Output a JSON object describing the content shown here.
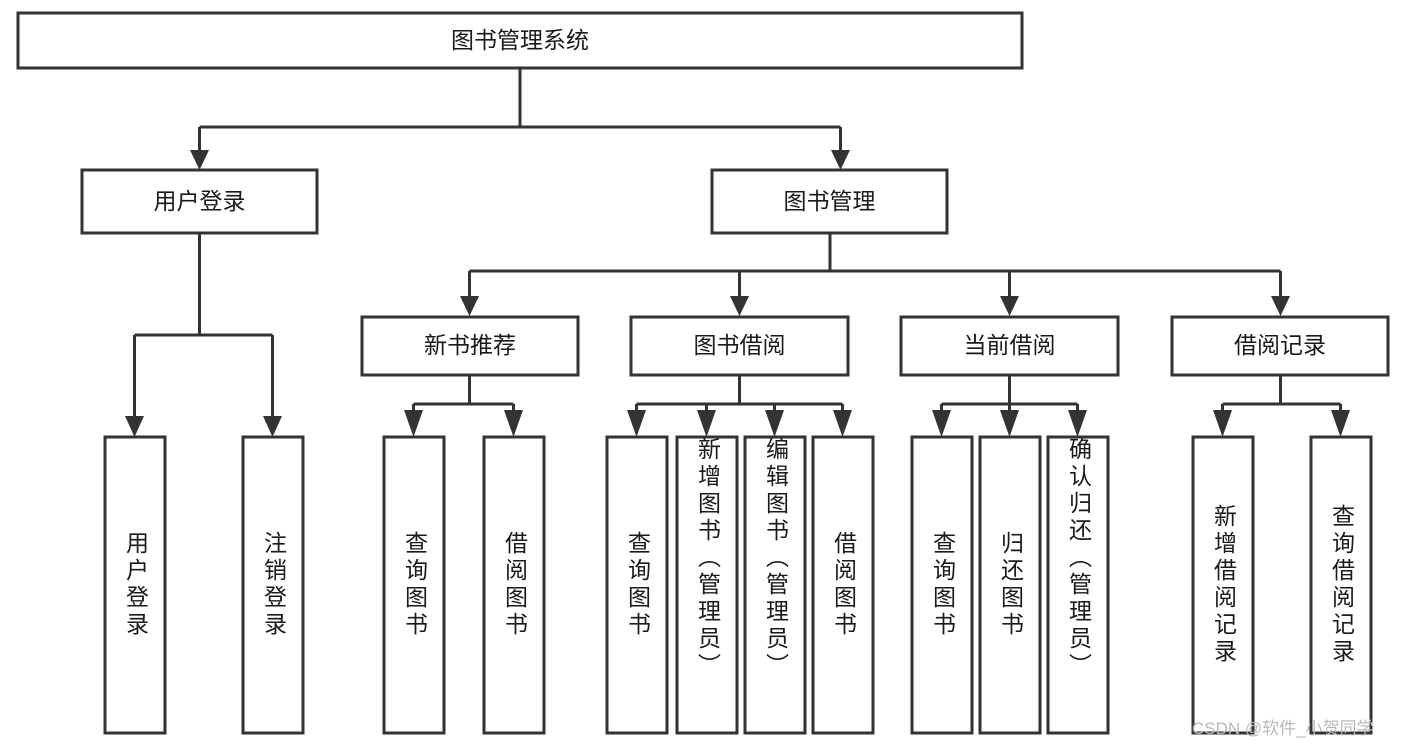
{
  "diagram": {
    "title": "图书管理系统",
    "root": {
      "id": "root",
      "label": "图书管理系统",
      "orientation": "horizontal"
    },
    "level2": [
      {
        "id": "user-login",
        "label": "用户登录",
        "orientation": "horizontal"
      },
      {
        "id": "book-manage",
        "label": "图书管理",
        "orientation": "horizontal"
      }
    ],
    "level3": [
      {
        "id": "new-book-recommend",
        "label": "新书推荐",
        "orientation": "horizontal",
        "parent": "book-manage"
      },
      {
        "id": "book-borrow",
        "label": "图书借阅",
        "orientation": "horizontal",
        "parent": "book-manage"
      },
      {
        "id": "current-borrow",
        "label": "当前借阅",
        "orientation": "horizontal",
        "parent": "book-manage"
      },
      {
        "id": "borrow-record",
        "label": "借阅记录",
        "orientation": "horizontal",
        "parent": "book-manage"
      }
    ],
    "leaves": [
      {
        "id": "leaf-user-login",
        "label": "用户登录",
        "orientation": "vertical",
        "parent": "user-login"
      },
      {
        "id": "leaf-user-logout",
        "label": "注销登录",
        "orientation": "vertical",
        "parent": "user-login"
      },
      {
        "id": "leaf-query-book-1",
        "label": "查询图书",
        "orientation": "vertical",
        "parent": "new-book-recommend"
      },
      {
        "id": "leaf-borrow-book-1",
        "label": "借阅图书",
        "orientation": "vertical",
        "parent": "new-book-recommend"
      },
      {
        "id": "leaf-query-book-2",
        "label": "查询图书",
        "orientation": "vertical",
        "parent": "book-borrow"
      },
      {
        "id": "leaf-add-book",
        "label": "新增图书（管理员）",
        "orientation": "vertical",
        "parent": "book-borrow"
      },
      {
        "id": "leaf-edit-book",
        "label": "编辑图书（管理员）",
        "orientation": "vertical",
        "parent": "book-borrow"
      },
      {
        "id": "leaf-borrow-book-2",
        "label": "借阅图书",
        "orientation": "vertical",
        "parent": "book-borrow"
      },
      {
        "id": "leaf-query-book-3",
        "label": "查询图书",
        "orientation": "vertical",
        "parent": "current-borrow"
      },
      {
        "id": "leaf-return-book",
        "label": "归还图书",
        "orientation": "vertical",
        "parent": "current-borrow"
      },
      {
        "id": "leaf-confirm-return",
        "label": "确认归还（管理员）",
        "orientation": "vertical",
        "parent": "current-borrow"
      },
      {
        "id": "leaf-add-record",
        "label": "新增借阅记录",
        "orientation": "vertical",
        "parent": "borrow-record"
      },
      {
        "id": "leaf-query-record",
        "label": "查询借阅记录",
        "orientation": "vertical",
        "parent": "borrow-record"
      }
    ],
    "colors": {
      "stroke": "#333333",
      "box_fill": "#ffffff",
      "text": "#1a1a1a",
      "background": "#ffffff",
      "watermark": "#b9b9b9"
    }
  },
  "watermark": {
    "text": "CSDN @软件_小贺同学"
  }
}
